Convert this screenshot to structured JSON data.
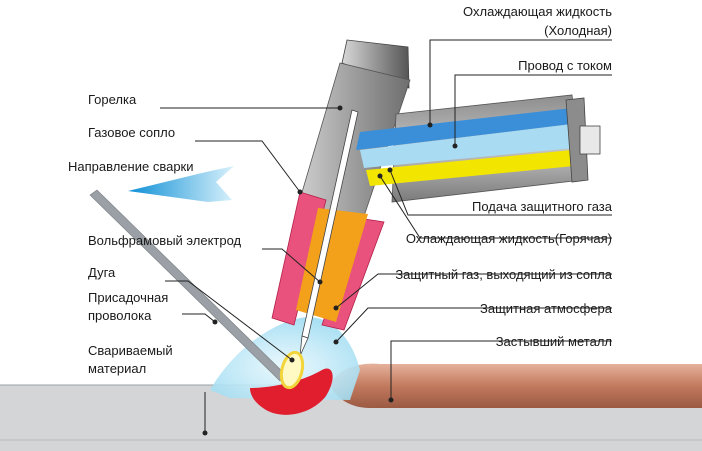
{
  "labels": {
    "coolant_cold_line1": "Охлаждающая жидкость",
    "coolant_cold_line2": "(Холодная)",
    "current_wire": "Провод с током",
    "torch": "Горелка",
    "gas_nozzle": "Газовое сопло",
    "welding_direction": "Направление сварки",
    "shielding_gas_supply": "Подача защитного газа",
    "tungsten_electrode": "Вольфрамовый электрод",
    "coolant_hot": "Охлаждающая жидкость(Горячая)",
    "arc": "Дуга",
    "shielding_gas_from_nozzle": "Защитный газ, выходящий из сопла",
    "filler_wire_line1": "Присадочная",
    "filler_wire_line2": "проволока",
    "shielding_atmosphere": "Защитная атмосфера",
    "base_material_line1": "Свариваемый",
    "base_material_line2": "материал",
    "solidified_metal": "Застывший металл"
  },
  "colors": {
    "workpiece": "#cfd1d3",
    "weld_bead": "#c7836a",
    "weld_pool": "#e01e2e",
    "gas_cloud": "#b9e6f5",
    "arrow": "#3aa6dc",
    "nozzle": "#e8527c",
    "body_gray": "#9a9a9a",
    "coolant_cold": "#3b8fd9",
    "coolant_hot": "#f2e600",
    "gas_channel": "#f3a01b"
  }
}
